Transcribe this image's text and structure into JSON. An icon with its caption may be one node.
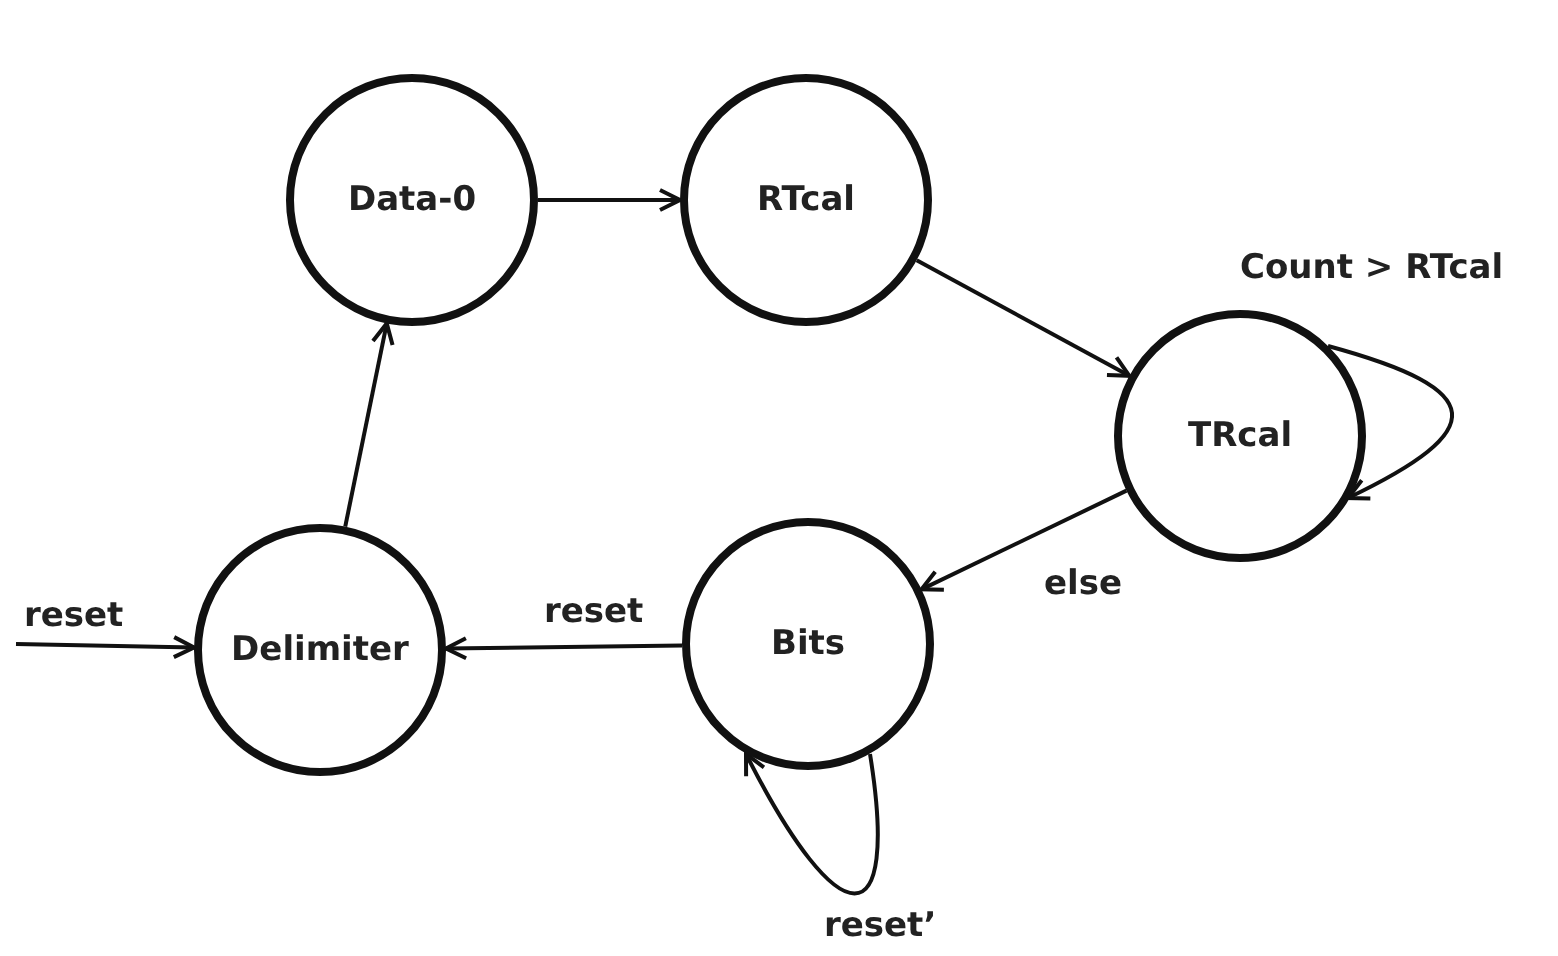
{
  "diagram": {
    "nodes": [
      {
        "text": [
          "Data-0"
        ]
      },
      {
        "text": [
          "RTcal"
        ]
      },
      {
        "text": [
          "TRcal"
        ]
      },
      {
        "text": [
          "Bits"
        ]
      },
      {
        "text": [
          "Delimiter"
        ]
      }
    ],
    "edges": [
      {
        "from": 0,
        "to": 1,
        "arrow": "to"
      },
      {
        "from": 1,
        "to": 2,
        "arrow": "to"
      },
      {
        "from": 2,
        "to": 2,
        "arrow": "to",
        "label": "Count > RTcal"
      },
      {
        "from": 2,
        "to": 3,
        "arrow": "to",
        "label": "else"
      },
      {
        "from": 3,
        "to": 3,
        "arrow": "to",
        "label": "reset’"
      },
      {
        "from": 3,
        "to": 4,
        "arrow": "to",
        "label": "reset"
      },
      {
        "from": null,
        "to": 4,
        "arrow": "to",
        "label": "reset"
      },
      {
        "from": 4,
        "to": 0,
        "arrow": "to"
      }
    ]
  }
}
